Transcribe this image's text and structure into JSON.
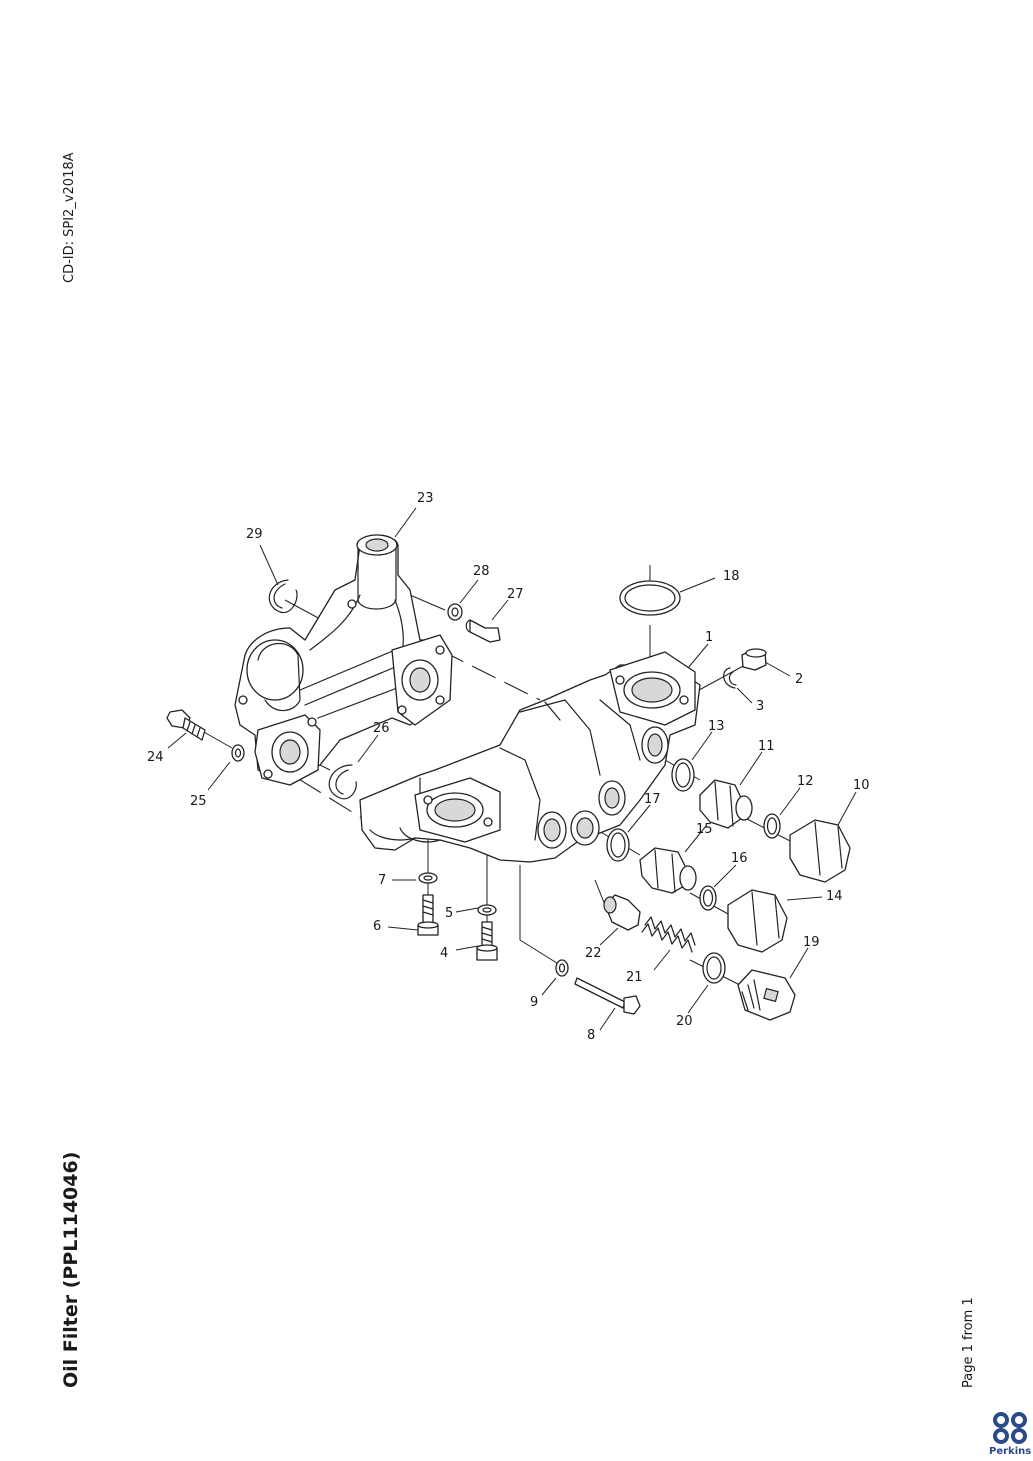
{
  "doc": {
    "cd_id": "CD-ID: SPI2_v2018A",
    "title": "Oil Filter (PPL114046)",
    "page": "Page 1 from 1",
    "brand": "Perkins",
    "brand_color": "#2a4a8c"
  },
  "callouts": [
    "1",
    "2",
    "3",
    "4",
    "5",
    "6",
    "7",
    "8",
    "9",
    "10",
    "11",
    "12",
    "13",
    "14",
    "15",
    "16",
    "17",
    "18",
    "19",
    "20",
    "21",
    "22",
    "23",
    "24",
    "25",
    "26",
    "27",
    "28",
    "29"
  ]
}
